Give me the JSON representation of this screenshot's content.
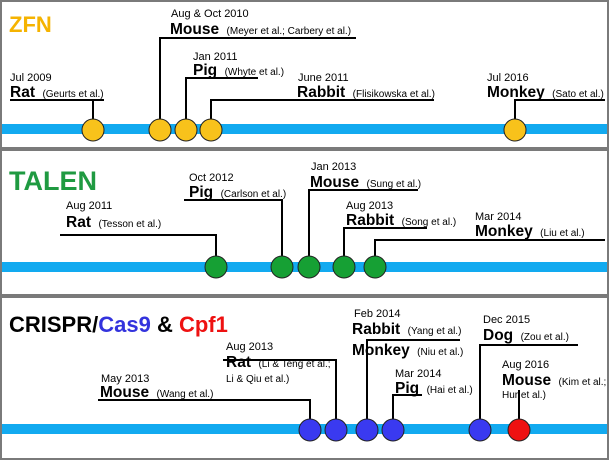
{
  "panels": [
    {
      "id": "zfn",
      "title_parts": [
        {
          "text": "ZFN",
          "color": "#f5b301"
        }
      ],
      "dot_color": "#f8c21b",
      "events": [
        {
          "date": "Jul 2009",
          "species": "Rat",
          "citation": "(Geurts et al.)"
        },
        {
          "date": "Aug & Oct 2010",
          "species": "Mouse",
          "citation": "(Meyer et al.; Carbery et al.)"
        },
        {
          "date": "Jan 2011",
          "species": "Pig",
          "citation": "(Whyte et al.)"
        },
        {
          "date": "June 2011",
          "species": "Rabbit",
          "citation": "(Flisikowska et al.)"
        },
        {
          "date": "Jul 2016",
          "species": "Monkey",
          "citation": "(Sato et al.)"
        }
      ]
    },
    {
      "id": "talen",
      "title_parts": [
        {
          "text": "TALEN",
          "color": "#1f9a41"
        }
      ],
      "dot_color": "#16a034",
      "events": [
        {
          "date": "Aug 2011",
          "species": "Rat",
          "citation": "(Tesson et al.)"
        },
        {
          "date": "Oct 2012",
          "species": "Pig",
          "citation": "(Carlson et al.)"
        },
        {
          "date": "Jan 2013",
          "species": "Mouse",
          "citation": "(Sung et al.)"
        },
        {
          "date": "Aug 2013",
          "species": "Rabbit",
          "citation": "(Song et al.)"
        },
        {
          "date": "Mar 2014",
          "species": "Monkey",
          "citation": "(Liu et al.)"
        }
      ]
    },
    {
      "id": "crispr",
      "title_parts": [
        {
          "text": "CRISPR/",
          "color": "#000000"
        },
        {
          "text": "Cas9",
          "color": "#3333dd"
        },
        {
          "text": " & ",
          "color": "#000000"
        },
        {
          "text": "Cpf1",
          "color": "#ee1111"
        }
      ],
      "dot_color": "#3a3af0",
      "dot_color_alt": "#ee1111",
      "events": [
        {
          "date": "May 2013",
          "species": "Mouse",
          "citation": "(Wang et al.)"
        },
        {
          "date": "Aug 2013",
          "species": "Rat",
          "citation": "(Li & Teng et al.;",
          "citation2": "Li & Qiu et al.)"
        },
        {
          "date": "Feb 2014",
          "species": "Rabbit",
          "citation": "(Yang et al.)",
          "species2": "Monkey",
          "citation3": "(Niu et al.)"
        },
        {
          "date": "Mar 2014",
          "species": "Pig",
          "citation": "(Hai et al.)"
        },
        {
          "date": "Dec 2015",
          "species": "Dog",
          "citation": "(Zou et al.)"
        },
        {
          "date": "Aug 2016",
          "species": "Mouse",
          "citation": "(Kim et al.;",
          "citation2": "Hur et al.)"
        }
      ]
    }
  ],
  "colors": {
    "timeline_bar": "#12aaf0",
    "frame": "#7a7a7a",
    "leader": "#000000",
    "dot_outline": "#222222"
  }
}
